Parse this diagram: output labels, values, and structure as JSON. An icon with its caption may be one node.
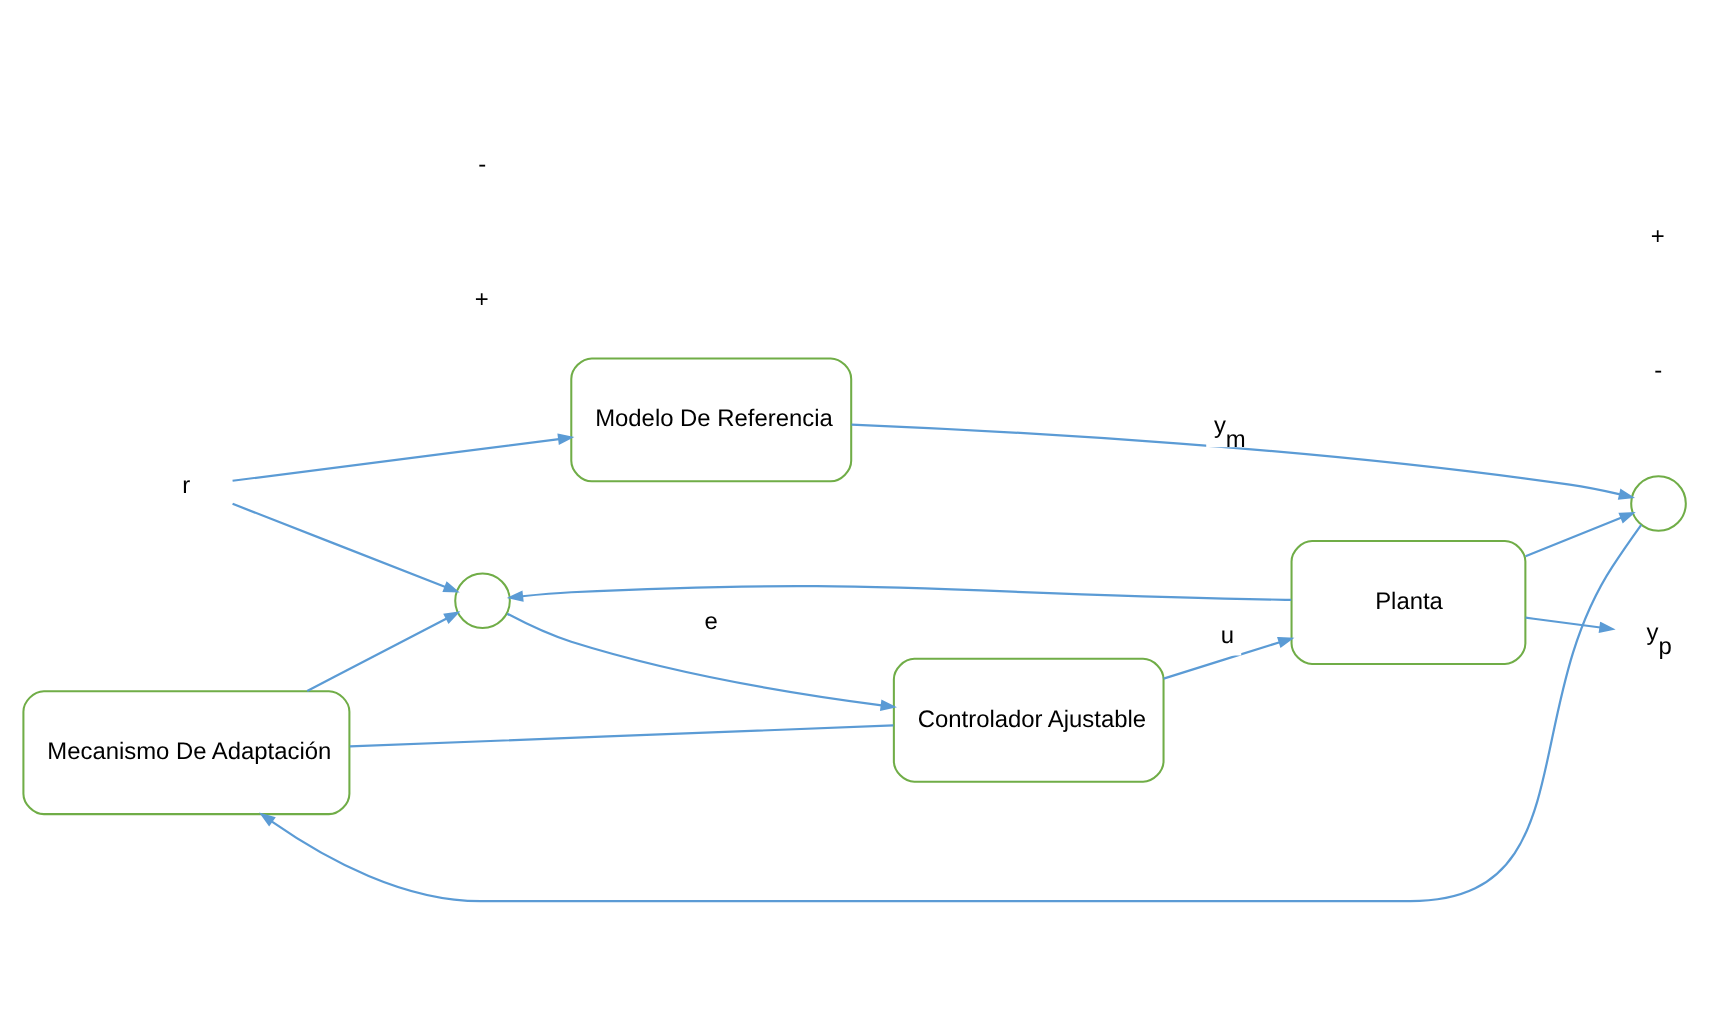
{
  "diagram": {
    "nodes": [
      {
        "text": [
          "Mecanismo De Adaptación"
        ]
      },
      {
        "text": [],
        "shape": "circle"
      },
      {
        "text": [
          "Controlador Ajustable"
        ]
      },
      {
        "text": [
          "Planta"
        ]
      },
      {
        "text": [],
        "shape": "circle"
      },
      {
        "text": [
          "Modelo De Referencia"
        ]
      },
      {
        "text": [
          "r"
        ]
      },
      {
        "text": [
          "y$_{p}$"
        ]
      }
    ],
    "edges": [
      {
        "from": 6,
        "to": 1,
        "arrow": "to"
      },
      {
        "from": 6,
        "to": 5,
        "arrow": "to"
      },
      {
        "from": 1,
        "to": 2,
        "arrow": "to",
        "label": "e"
      },
      {
        "from": 2,
        "to": 3,
        "arrow": "to",
        "label": "u"
      },
      {
        "from": 3,
        "to": 7,
        "arrow": "to"
      },
      {
        "from": 3,
        "to": 4,
        "arrow": "to"
      },
      {
        "from": 3,
        "to": 1,
        "arrow": "to"
      },
      {
        "from": 5,
        "to": 4,
        "arrow": "to",
        "label": "y$_{m}$"
      },
      {
        "from": 4,
        "to": 0,
        "arrow": "to"
      },
      {
        "from": 0,
        "to": 1,
        "arrow": "to"
      },
      {
        "from": 0,
        "to": 2,
        "arrow": "none"
      }
    ],
    "labels": [
      "+",
      "-",
      "-",
      "+"
    ]
  }
}
